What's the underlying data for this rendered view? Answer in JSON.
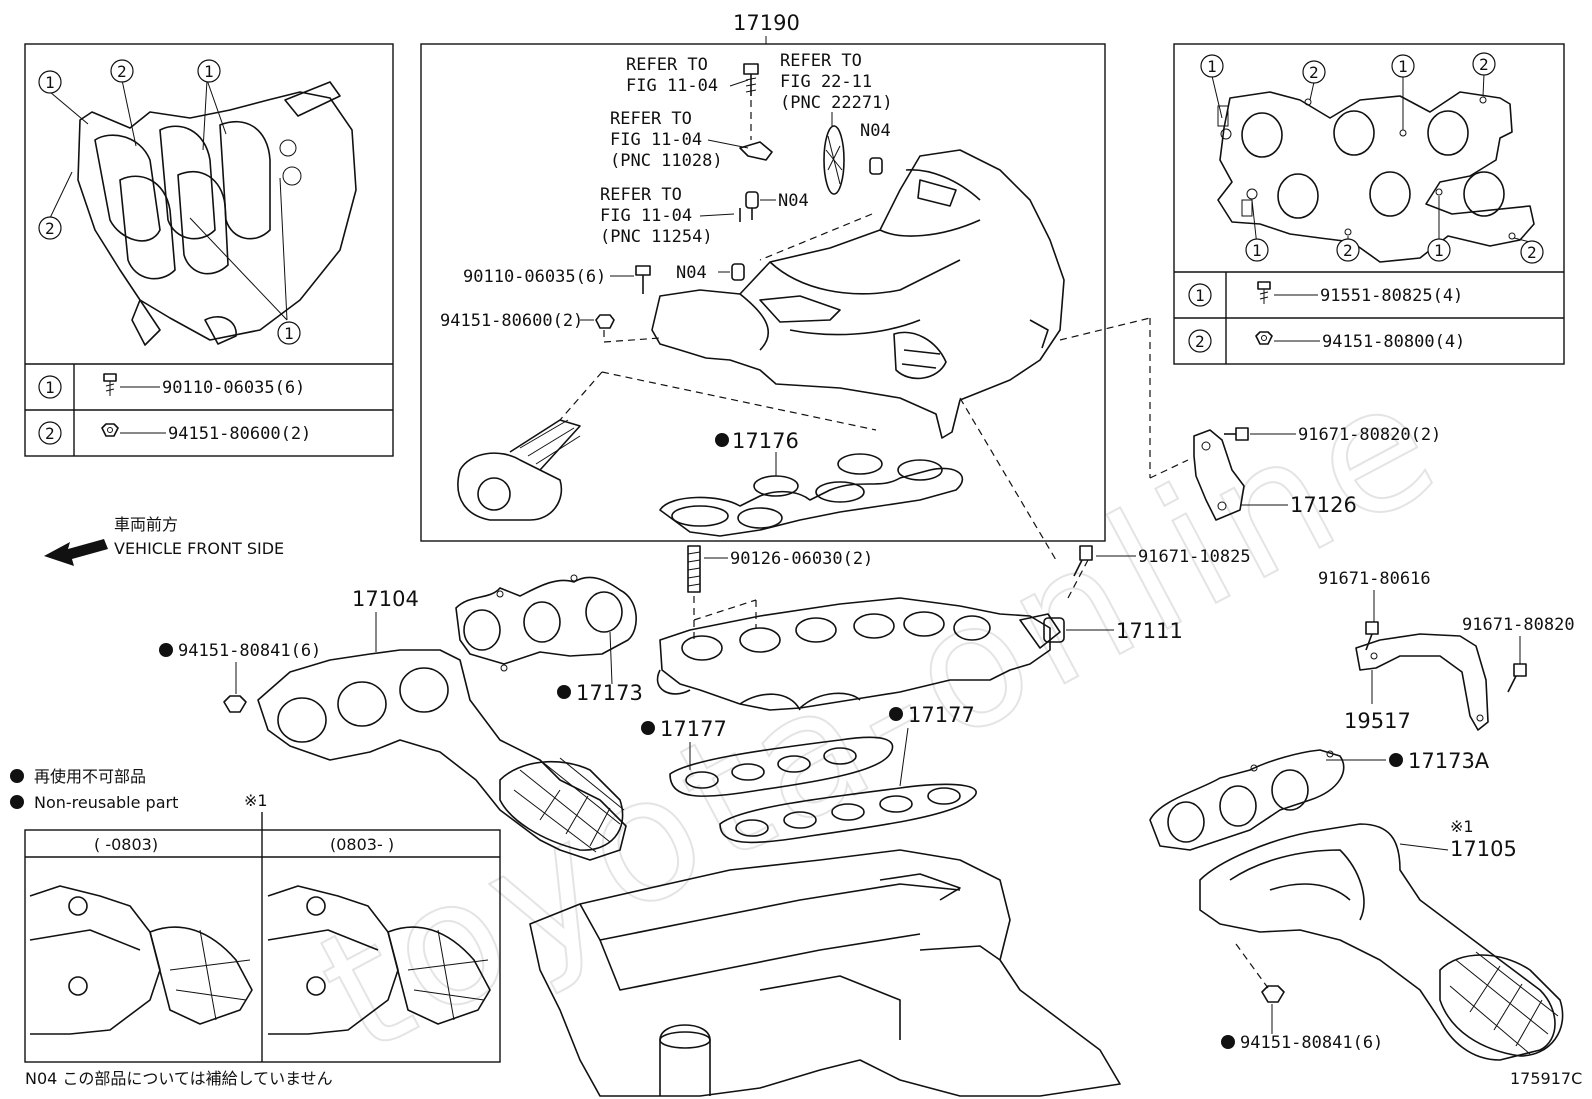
{
  "watermark": "toyota-online",
  "figure_id": "175917C",
  "direction": {
    "jp": "車両前方",
    "en": "VEHICLE FRONT SIDE"
  },
  "legend": {
    "dot_jp": "再使用不可部品",
    "dot_en": "Non-reusable part"
  },
  "footnote": "N04 この部品については補給していません",
  "marks": {
    "note1": "※1",
    "one": "1",
    "two": "2"
  },
  "inset_top_left": {
    "rows": [
      {
        "num": "1",
        "part": "90110-06035(6)"
      },
      {
        "num": "2",
        "part": "94151-80600(2)"
      }
    ]
  },
  "inset_top_right": {
    "rows": [
      {
        "num": "1",
        "part": "91551-80825(4)"
      },
      {
        "num": "2",
        "part": "94151-80800(4)"
      }
    ]
  },
  "inset_bottom_left": {
    "col1": "(      -0803)",
    "col2": "(0803-      )"
  },
  "assembly_box": {
    "label": "17190"
  },
  "refs": [
    {
      "line1": "REFER TO",
      "line2": "FIG 11-04",
      "line3": ""
    },
    {
      "line1": "REFER TO",
      "line2": "FIG 22-11",
      "line3": "(PNC 22271)"
    },
    {
      "line1": "REFER TO",
      "line2": "FIG 11-04",
      "line3": "(PNC 11028)"
    },
    {
      "line1": "REFER TO",
      "line2": "FIG 11-04",
      "line3": "(PNC 11254)"
    }
  ],
  "callouts": {
    "n04_a": "N04",
    "n04_b": "N04",
    "n04_c": "N04",
    "p90110": "90110-06035(6)",
    "p94151_600": "94151-80600(2)",
    "p17176": "17176",
    "p91671_820_2": "91671-80820(2)",
    "p17126": "17126",
    "p90126": "90126-06030(2)",
    "p91671_10825": "91671-10825",
    "p17104": "17104",
    "p94151_841_a": "94151-80841(6)",
    "p17173": "17173",
    "p17111": "17111",
    "p17177_a": "17177",
    "p17177_b": "17177",
    "p91671_616": "91671-80616",
    "p91671_820": "91671-80820",
    "p19517": "19517",
    "p17173A": "17173A",
    "p17105": "17105",
    "p94151_841_b": "94151-80841(6)"
  }
}
